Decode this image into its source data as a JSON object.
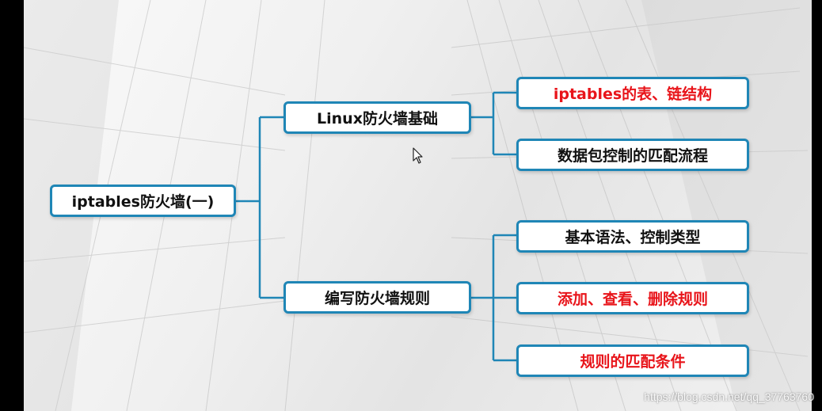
{
  "root": {
    "label": "iptables防火墙(一)"
  },
  "branches": [
    {
      "label": "Linux防火墙基础",
      "children": [
        {
          "label": "iptables的表、链结构",
          "highlight": true
        },
        {
          "label": "数据包控制的匹配流程",
          "highlight": false
        }
      ]
    },
    {
      "label": "编写防火墙规则",
      "children": [
        {
          "label": "基本语法、控制类型",
          "highlight": false
        },
        {
          "label": "添加、查看、删除规则",
          "highlight": true
        },
        {
          "label": "规则的匹配条件",
          "highlight": true
        }
      ]
    }
  ],
  "watermark": "https://blog.csdn.net/qq_37763760",
  "colors": {
    "node_border": "#1f86b6",
    "connector": "#1f86b6",
    "highlight_text": "#e8141a",
    "normal_text": "#111111"
  }
}
